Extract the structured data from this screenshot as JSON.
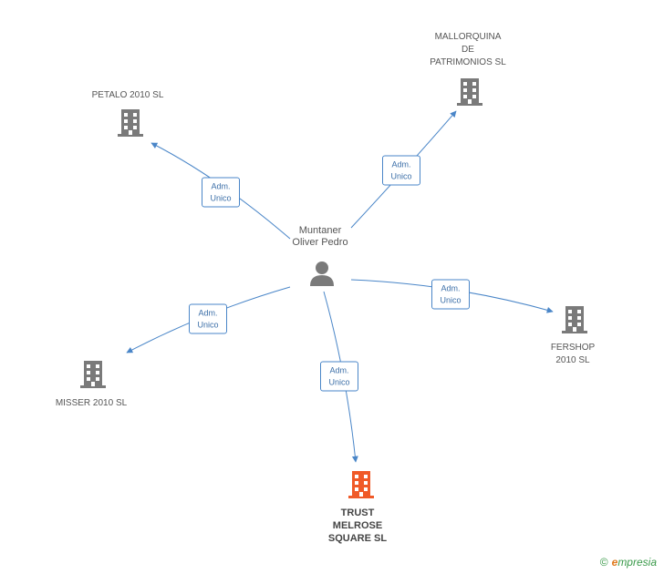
{
  "colors": {
    "edge": "#4a86c8",
    "company": "#7a7a7a",
    "focus": "#f05a28",
    "person": "#7a7a7a"
  },
  "person": {
    "name": "Muntaner\nOliver Pedro",
    "icon": "person-icon"
  },
  "edges": [
    {
      "id": "petalo",
      "line1": "Adm.",
      "line2": "Unico"
    },
    {
      "id": "mallorquina",
      "line1": "Adm.",
      "line2": "Unico"
    },
    {
      "id": "fershop",
      "line1": "Adm.",
      "line2": "Unico"
    },
    {
      "id": "misser",
      "line1": "Adm.",
      "line2": "Unico"
    },
    {
      "id": "trust",
      "line1": "Adm.",
      "line2": "Unico"
    }
  ],
  "companies": {
    "petalo": "PETALO 2010 SL",
    "mallorquina": "MALLORQUINA\nDE\nPATRIMONIOS SL",
    "fershop": "FERSHOP\n2010 SL",
    "misser": "MISSER 2010 SL",
    "trust": "TRUST\nMELROSE\nSQUARE SL"
  },
  "footer": {
    "copyright": "©",
    "brand_first": "e",
    "brand_rest": "mpresia"
  }
}
